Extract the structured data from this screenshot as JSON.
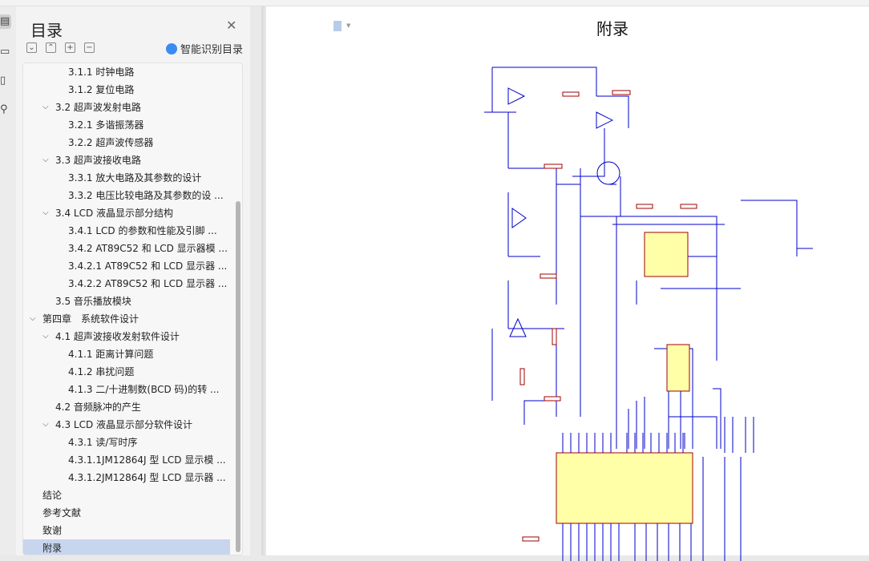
{
  "sidebar": {
    "title": "目录",
    "smart_toc_label": "智能识别目录",
    "controls": [
      "collapse-all",
      "expand-all",
      "expand",
      "collapse"
    ],
    "items": [
      {
        "label": "3.1.1 时钟电路",
        "level": 3
      },
      {
        "label": "3.1.2 复位电路",
        "level": 3
      },
      {
        "label": "3.2 超声波发射电路",
        "level": 2,
        "expanded": true
      },
      {
        "label": "3.2.1 多谐振荡器",
        "level": 3
      },
      {
        "label": "3.2.2 超声波传感器",
        "level": 3
      },
      {
        "label": "3.3 超声波接收电路",
        "level": 2,
        "expanded": true
      },
      {
        "label": "3.3.1 放大电路及其参数的设计",
        "level": 3
      },
      {
        "label": "3.3.2 电压比较电路及其参数的设 ...",
        "level": 3
      },
      {
        "label": "3.4 LCD 液晶显示部分结构",
        "level": 2,
        "expanded": true
      },
      {
        "label": "3.4.1 LCD 的参数和性能及引脚 ...",
        "level": 3
      },
      {
        "label": "3.4.2 AT89C52 和 LCD 显示器模 ...",
        "level": 3
      },
      {
        "label": "3.4.2.1 AT89C52 和 LCD 显示器 ...",
        "level": 3
      },
      {
        "label": "3.4.2.2 AT89C52 和 LCD 显示器 ...",
        "level": 3
      },
      {
        "label": "3.5 音乐播放模块",
        "level": 2
      },
      {
        "label": "第四章　系统软件设计",
        "level": 1,
        "expanded": true
      },
      {
        "label": "4.1 超声波接收发射软件设计",
        "level": 2,
        "expanded": true
      },
      {
        "label": "4.1.1 距离计算问题",
        "level": 3
      },
      {
        "label": "4.1.2 串扰问题",
        "level": 3
      },
      {
        "label": "4.1.3 二/十进制数(BCD 码)的转 ...",
        "level": 3
      },
      {
        "label": "4.2 音频脉冲的产生",
        "level": 2
      },
      {
        "label": "4.3 LCD 液晶显示部分软件设计",
        "level": 2,
        "expanded": true
      },
      {
        "label": "4.3.1 读/写时序",
        "level": 3
      },
      {
        "label": "4.3.1.1JM12864J 型 LCD 显示模 ...",
        "level": 3
      },
      {
        "label": "4.3.1.2JM12864J 型 LCD 显示器 ...",
        "level": 3
      },
      {
        "label": "结论",
        "level": 1
      },
      {
        "label": "参考文献",
        "level": 1
      },
      {
        "label": "致谢",
        "level": 1
      },
      {
        "label": "附录",
        "level": 1,
        "selected": true
      }
    ]
  },
  "document": {
    "heading": "附录"
  },
  "colors": {
    "selected": "#c7d5ef",
    "chip": "#ffffa8",
    "wire": "#0000cc",
    "part": "#b00000"
  }
}
